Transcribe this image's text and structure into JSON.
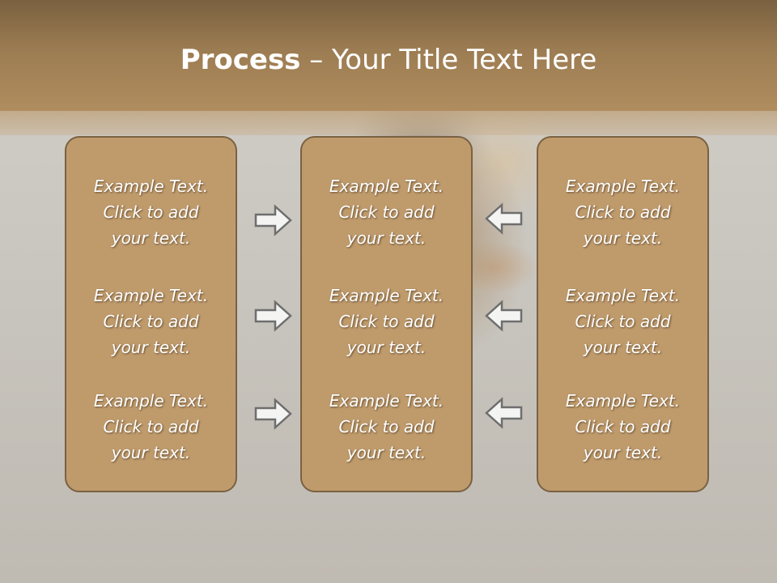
{
  "slide": {
    "title_bold": "Process",
    "title_rest": " – Your Title Text Here"
  },
  "columns": [
    {
      "items": [
        {
          "line1": "Example Text.",
          "line2": "Click  to add",
          "line3": "your text."
        },
        {
          "line1": "Example Text.",
          "line2": "Click  to add",
          "line3": "your text."
        },
        {
          "line1": "Example Text.",
          "line2": "Click  to add",
          "line3": "your text."
        }
      ]
    },
    {
      "items": [
        {
          "line1": "Example Text.",
          "line2": "Click  to add",
          "line3": "your text."
        },
        {
          "line1": "Example Text.",
          "line2": "Click  to add",
          "line3": "your text."
        },
        {
          "line1": "Example Text.",
          "line2": "Click  to add",
          "line3": "your text."
        }
      ]
    },
    {
      "items": [
        {
          "line1": "Example Text.",
          "line2": "Click  to add",
          "line3": "your text."
        },
        {
          "line1": "Example Text.",
          "line2": "Click  to add",
          "line3": "your text."
        },
        {
          "line1": "Example Text.",
          "line2": "Click  to add",
          "line3": "your text."
        }
      ]
    }
  ],
  "arrows": {
    "left_column": [
      "arrow-right-icon",
      "arrow-right-icon",
      "arrow-right-icon"
    ],
    "right_column": [
      "arrow-left-icon",
      "arrow-left-icon",
      "arrow-left-icon"
    ]
  },
  "colors": {
    "header": "#9c7c52",
    "box_fill": "#bf9b6c",
    "box_border": "#7a6142",
    "text": "#ffffff"
  }
}
